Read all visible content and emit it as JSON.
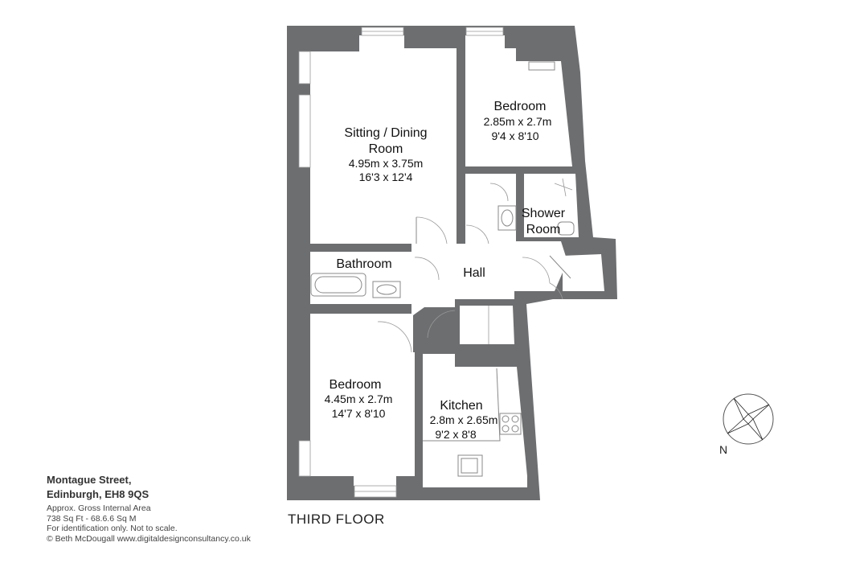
{
  "rooms": {
    "sitting": {
      "name_line1": "Sitting / Dining",
      "name_line2": "Room",
      "metric": "4.95m x 3.75m",
      "imperial": "16'3 x 12'4"
    },
    "bedroom1": {
      "name": "Bedroom",
      "metric": "2.85m x 2.7m",
      "imperial": "9'4 x 8'10"
    },
    "shower": {
      "name_line1": "Shower",
      "name_line2": "Room"
    },
    "bathroom": {
      "name": "Bathroom"
    },
    "hall": {
      "name": "Hall"
    },
    "bedroom2": {
      "name": "Bedroom",
      "metric": "4.45m x 2.7m",
      "imperial": "14'7 x 8'10"
    },
    "kitchen": {
      "name": "Kitchen",
      "metric": "2.8m x 2.65m",
      "imperial": "9'2 x 8'8"
    }
  },
  "floor_label": "THIRD FLOOR",
  "address": {
    "line1": "Montague Street,",
    "line2": "Edinburgh, EH8 9QS"
  },
  "info": {
    "area_label": "Approx. Gross Internal Area",
    "area_value": "738 Sq Ft  -  68.6.6 Sq M",
    "disclaimer": "For identification only. Not to scale.",
    "copyright": "© Beth McDougall www.digitaldesignconsultancy.co.uk"
  },
  "compass": {
    "north_label": "N"
  },
  "colors": {
    "wall": "#6d6e70",
    "floor": "#ffffff",
    "text": "#222222"
  }
}
